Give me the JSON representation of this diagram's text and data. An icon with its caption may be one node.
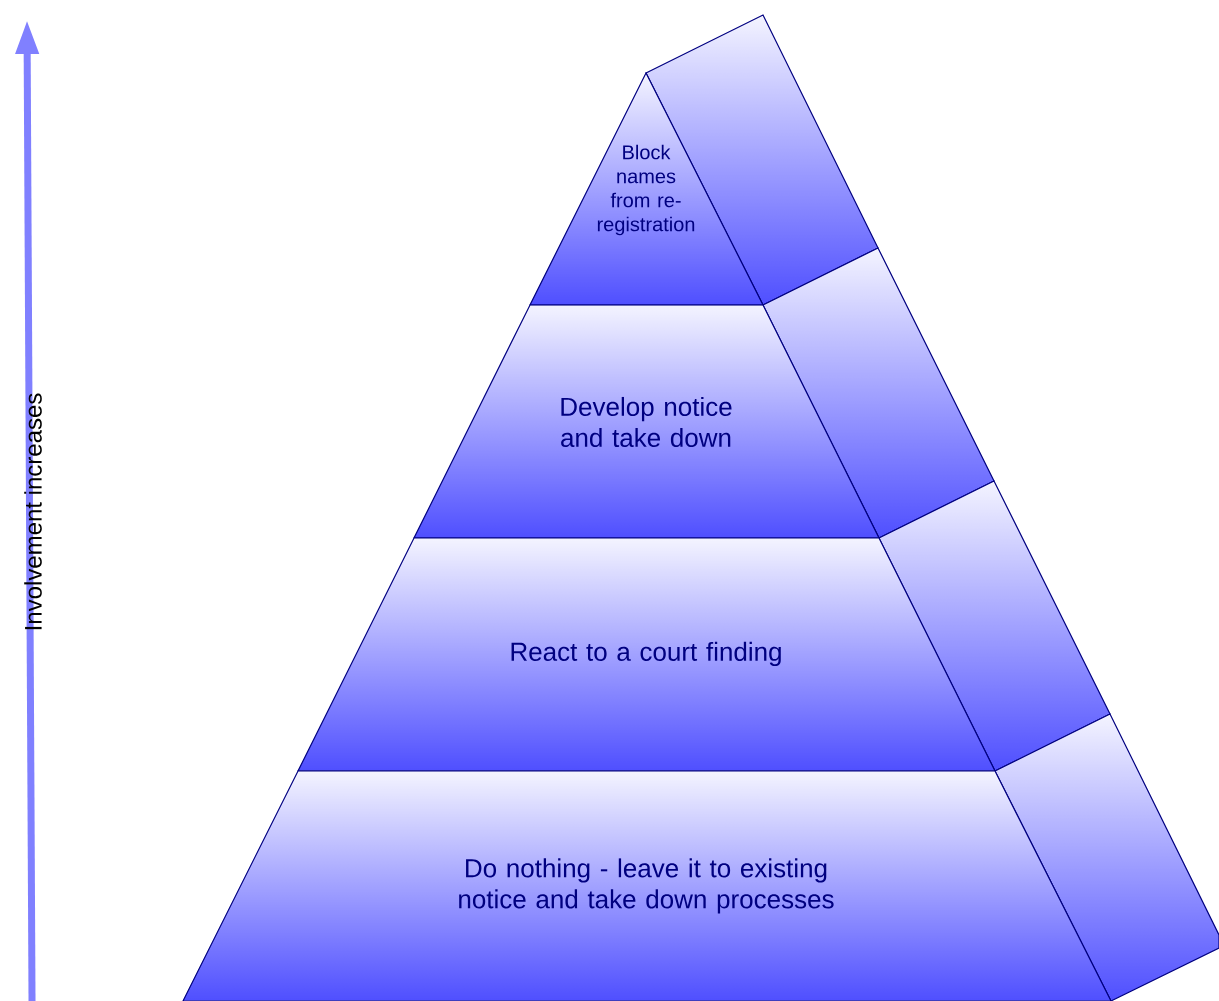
{
  "diagram": {
    "nodes": [
      {
        "text": [
          "Block names from re-registration"
        ]
      },
      {
        "text": [
          "Develop notice and take down"
        ]
      },
      {
        "text": [
          "React to a court finding"
        ]
      },
      {
        "text": [
          "Do nothing - leave it to existing notice and take down processes"
        ]
      }
    ],
    "labels": [
      "Involvement increases"
    ]
  }
}
